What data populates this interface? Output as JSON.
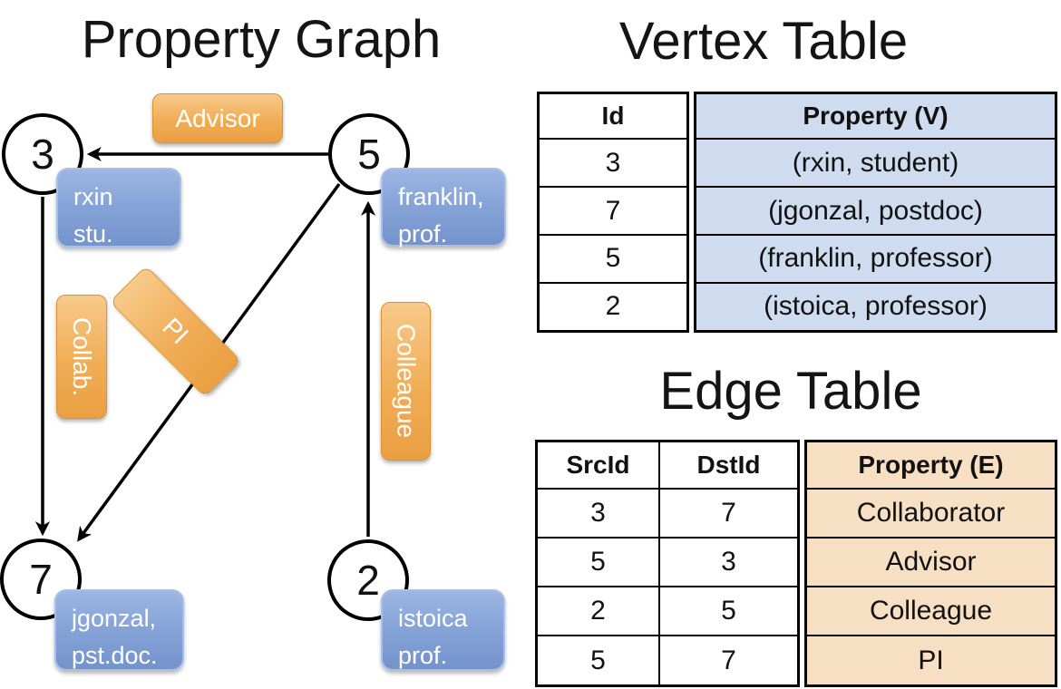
{
  "graph": {
    "title": "Property Graph",
    "nodes": [
      {
        "id": "3",
        "label_lines": [
          "rxin",
          "stu."
        ]
      },
      {
        "id": "5",
        "label_lines": [
          "franklin,",
          "prof."
        ]
      },
      {
        "id": "7",
        "label_lines": [
          "jgonzal,",
          "pst.doc."
        ]
      },
      {
        "id": "2",
        "label_lines": [
          "istoica",
          "prof."
        ]
      }
    ],
    "edge_labels": {
      "advisor": "Advisor",
      "collab": "Collab.",
      "pi": "PI",
      "colleague": "Colleague"
    }
  },
  "vertex_table": {
    "title": "Vertex Table",
    "columns": [
      "Id",
      "Property (V)"
    ],
    "rows": [
      [
        "3",
        "(rxin, student)"
      ],
      [
        "7",
        "(jgonzal, postdoc)"
      ],
      [
        "5",
        "(franklin, professor)"
      ],
      [
        "2",
        "(istoica, professor)"
      ]
    ]
  },
  "edge_table": {
    "title": "Edge Table",
    "columns": [
      "SrcId",
      "DstId",
      "Property (E)"
    ],
    "rows": [
      [
        "3",
        "7",
        "Collaborator"
      ],
      [
        "5",
        "3",
        "Advisor"
      ],
      [
        "2",
        "5",
        "Colleague"
      ],
      [
        "5",
        "7",
        "PI"
      ]
    ]
  },
  "colors": {
    "edge_label_orange": "#ea9f41",
    "vertex_box_blue": "#7493cb",
    "vertex_table_fill": "#cfdbee",
    "edge_table_fill": "#f6dfc2",
    "line_black": "#000000"
  }
}
